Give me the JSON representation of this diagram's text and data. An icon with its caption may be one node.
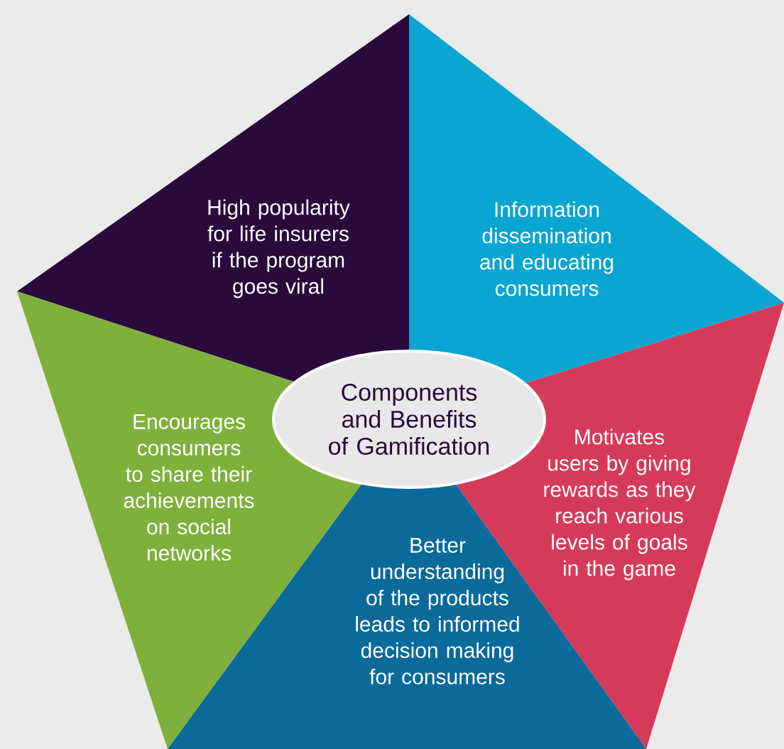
{
  "diagram": {
    "nodes": [
      {
        "text": [
          "Components and Benefits of Gamification"
        ]
      },
      {
        "text": [
          "High popularity for life insurers if the program goes viral"
        ]
      },
      {
        "text": [
          "Information dissemination and educating consumers"
        ]
      },
      {
        "text": [
          "Encourages consumers to share their achievements on social networks"
        ]
      },
      {
        "text": [
          "Motivates users by giving rewards as they reach various levels of goals in the game"
        ]
      },
      {
        "text": [
          "Better understanding of the products leads to informed decision making for consumers"
        ]
      }
    ]
  }
}
